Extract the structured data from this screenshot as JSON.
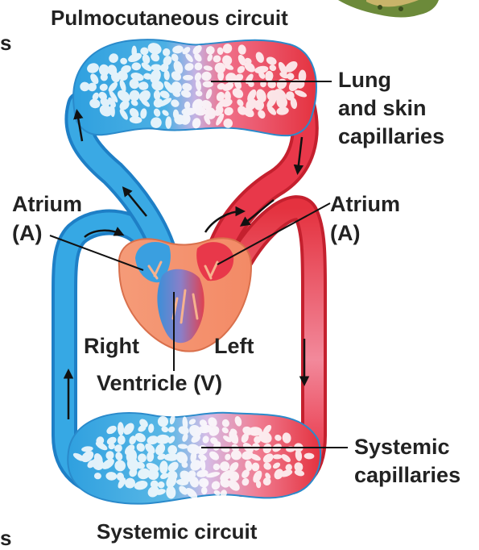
{
  "titles": {
    "top": "Pulmocutaneous circuit",
    "bottom": "Systemic circuit"
  },
  "labels": {
    "lung_line1": "Lung",
    "lung_line2": "and skin",
    "lung_line3": "capillaries",
    "atrium_left_line1": "Atrium",
    "atrium_left_line2": "(A)",
    "atrium_right_line1": "Atrium",
    "atrium_right_line2": "(A)",
    "right": "Right",
    "left": "Left",
    "ventricle": "Ventricle (V)",
    "systemic_line1": "Systemic",
    "systemic_line2": "capillaries"
  },
  "edge_fragments": {
    "top_left": "s",
    "bottom_left": "s"
  },
  "colors": {
    "deoxygenated": "#36a4e0",
    "oxygenated": "#e8384a",
    "mixed": "#b8a6e0",
    "heart": "#f4956e",
    "capillary_net": "#ffffff",
    "frog": "#6c8a3a"
  },
  "icons": {
    "frog": "frog-illustration",
    "arrow": "flow-arrow"
  }
}
